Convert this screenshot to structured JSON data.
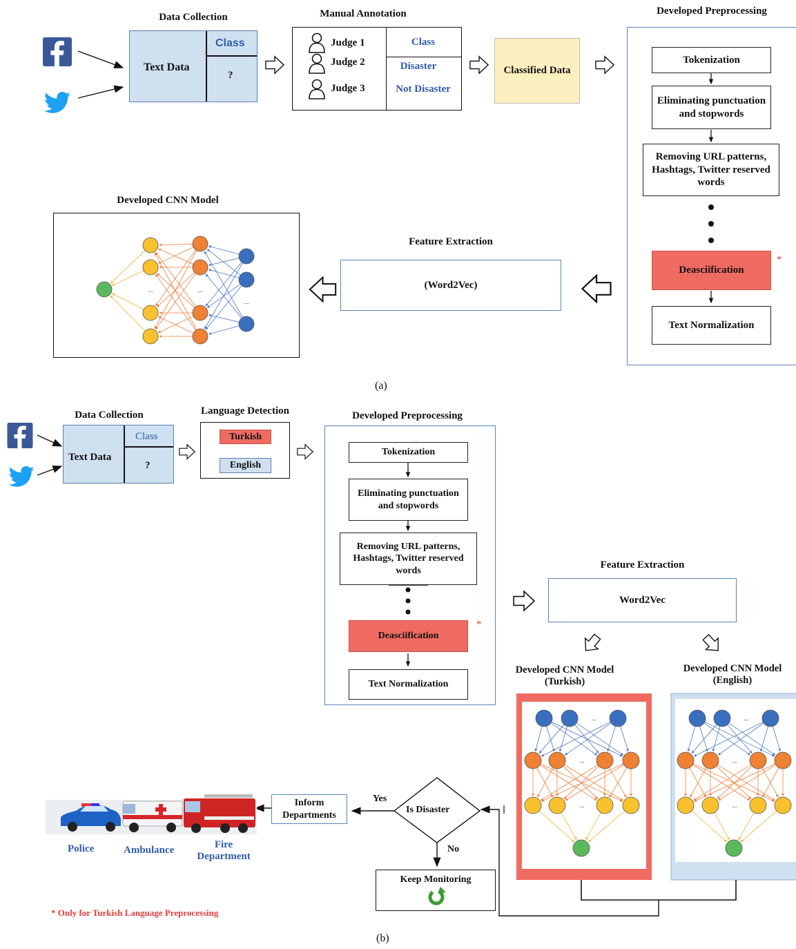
{
  "panel_a": {
    "data_collection_title": "Data Collection",
    "text_data": "Text Data",
    "class_label": "Class",
    "unknown": "?",
    "manual_annotation_title": "Manual Annotation",
    "judges": [
      "Judge 1",
      "Judge 2",
      "Judge 3"
    ],
    "classes": [
      "Class",
      "Disaster",
      "Not Disaster"
    ],
    "classified_data": "Classified Data",
    "preprocessing_title": "Developed Preprocessing",
    "steps": {
      "tokenization": "Tokenization",
      "punctuation": "Eliminating punctuation and stopwords",
      "url": "Removing URL patterns, Hashtags, Twitter reserved words",
      "deasciification": "Deasciification",
      "normalization": "Text Normalization"
    },
    "asterisk": "*",
    "feature_title": "Feature Extraction",
    "word2vec": "(Word2Vec)",
    "cnn_title": "Developed CNN Model",
    "ellipsis": "...",
    "caption": "(a)"
  },
  "panel_b": {
    "data_collection_title": "Data Collection",
    "text_data": "Text Data",
    "class_label": "Class",
    "unknown": "?",
    "language_title": "Language Detection",
    "turkish": "Turkish",
    "english": "English",
    "preprocessing_title": "Developed Preprocessing",
    "steps": {
      "tokenization": "Tokenization",
      "punctuation": "Eliminating punctuation and stopwords",
      "url": "Removing URL patterns, Hashtags, Twitter reserved words",
      "deasciification": "Deasciification",
      "normalization": "Text Normalization"
    },
    "asterisk": "*",
    "feature_title": "Feature Extraction",
    "word2vec": "Word2Vec",
    "cnn_turkish_title": "Developed CNN Model (Turkish)",
    "cnn_english_title": "Developed CNN Model (English)",
    "is_disaster": "Is Disaster",
    "yes": "Yes",
    "no": "No",
    "inform": "Inform Departments",
    "keep_monitoring": "Keep Monitoring",
    "police": "Police",
    "ambulance": "Ambulance",
    "fire": "Fire Department",
    "footnote": "* Only for Turkish Language Preprocessing",
    "caption": "(b)"
  },
  "colors": {
    "facebook": "#3b5998",
    "twitter": "#1da1f2",
    "light_blue_fill": "#cfe0f1",
    "yellow_fill": "#fdefc0",
    "red_fill": "#ef6b61",
    "node_green": "#5cb85c",
    "node_yellow": "#f9c12e",
    "node_orange": "#ee8133",
    "node_blue": "#3a6fc0",
    "label_blue": "#2e5ca8",
    "asterisk_red": "#e03c3c"
  },
  "icons": [
    "facebook-icon",
    "twitter-icon",
    "person-icon",
    "hollow-arrow-icon",
    "refresh-icon",
    "police-car-icon",
    "ambulance-icon",
    "fire-truck-icon"
  ]
}
